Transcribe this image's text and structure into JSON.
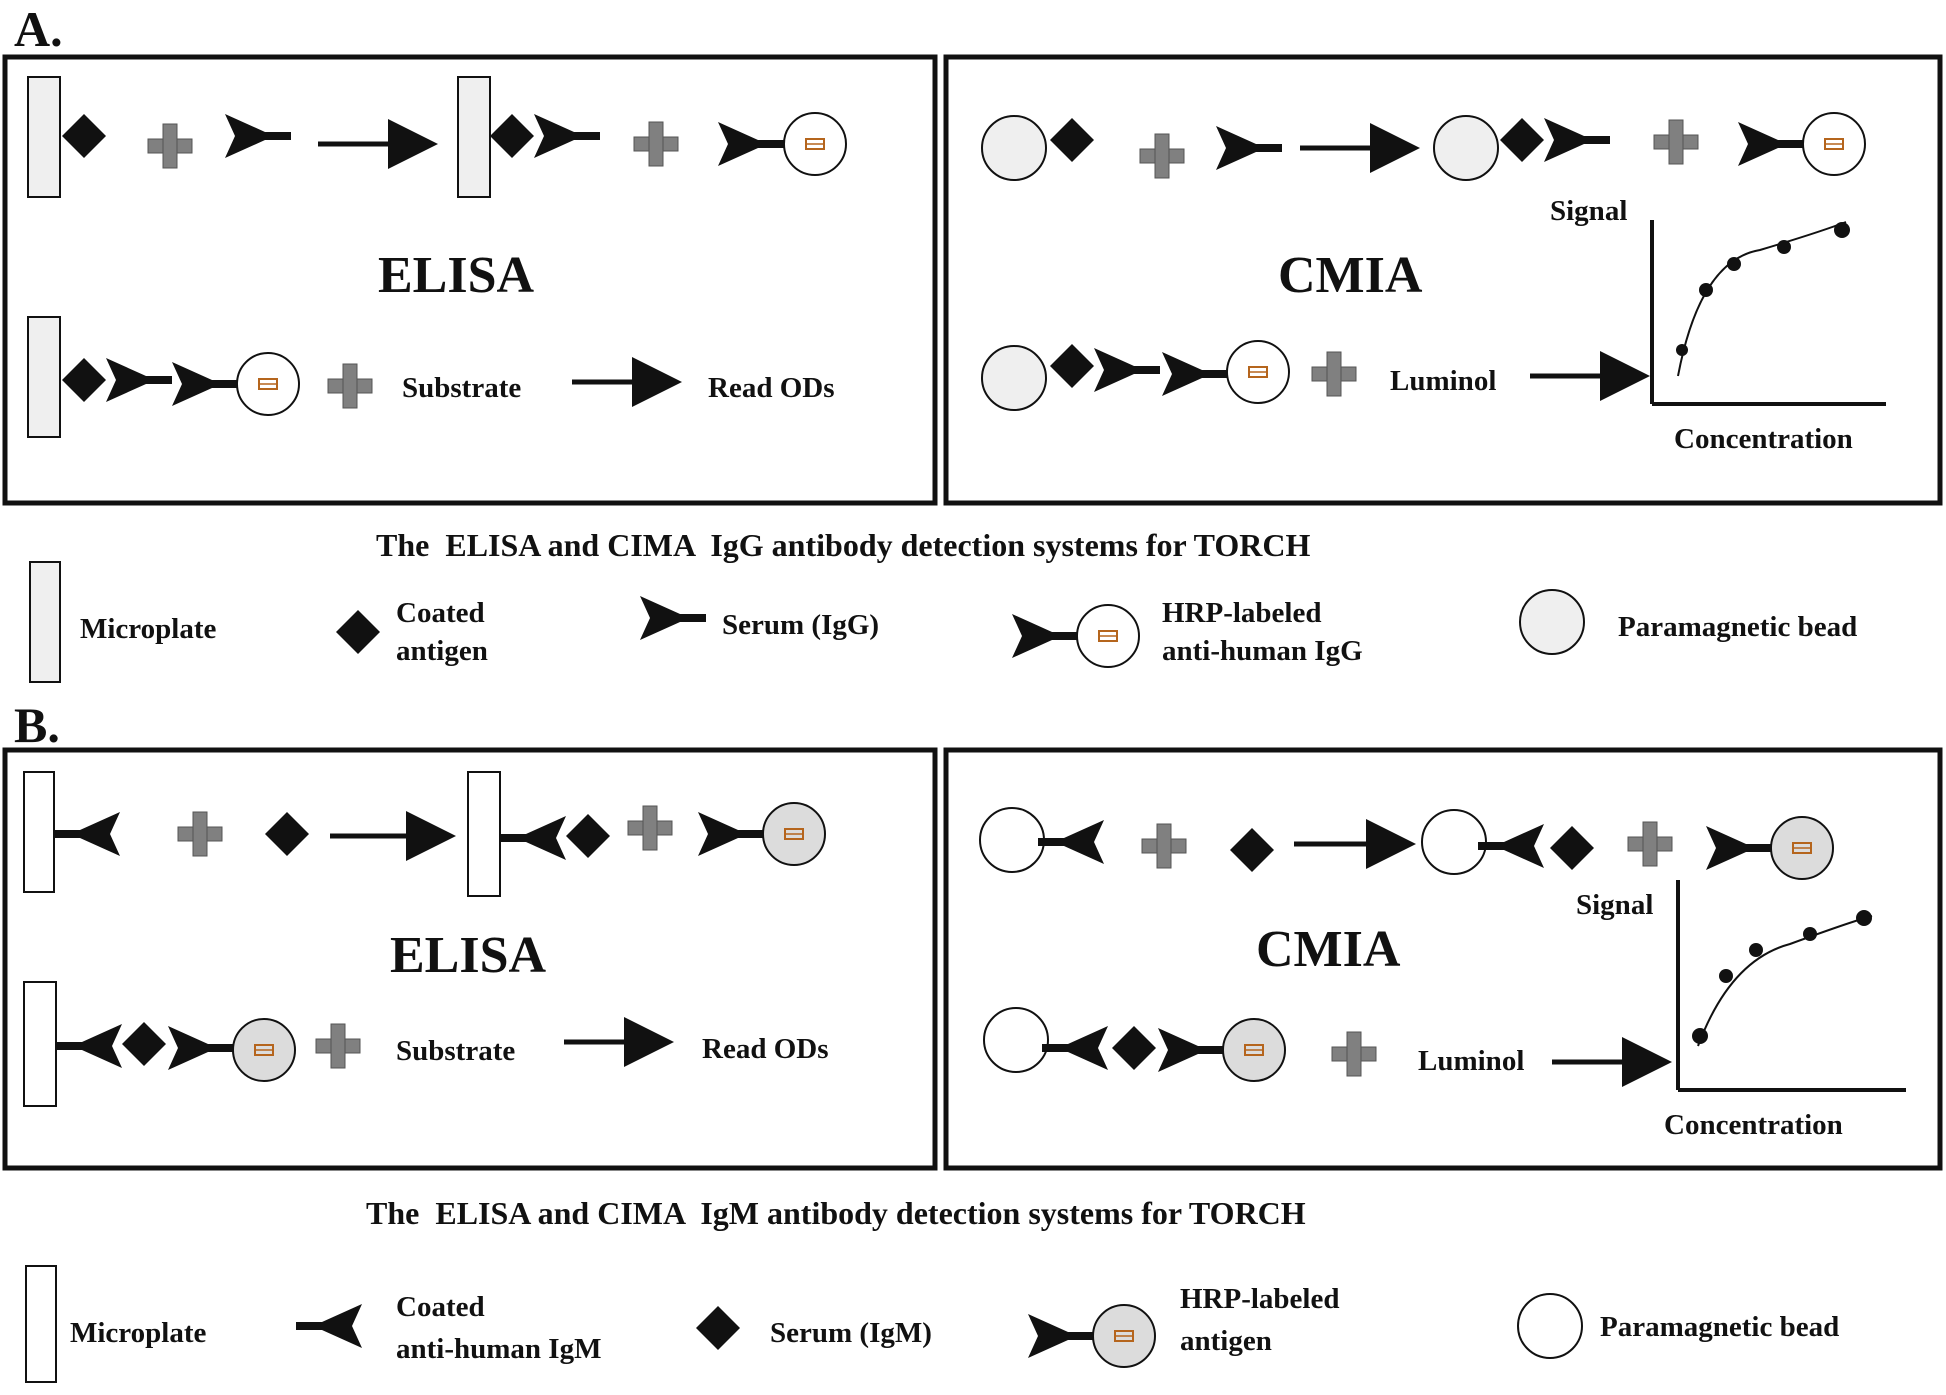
{
  "partA": {
    "label": "A.",
    "elisa": {
      "title": "ELISA",
      "substrate": "Substrate",
      "read": "Read ODs"
    },
    "cmia": {
      "title": "CMIA",
      "luminol": "Luminol",
      "signal": "Signal",
      "concentration": "Concentration"
    },
    "caption": "The  ELISA and CIMA  IgG antibody detection systems for TORCH",
    "legend": {
      "microplate": "Microplate",
      "coated_line1": "Coated",
      "coated_line2": "antigen",
      "serum": "Serum (IgG)",
      "hrp_line1": "HRP-labeled",
      "hrp_line2": "anti-human IgG",
      "bead": "Paramagnetic bead"
    }
  },
  "partB": {
    "label": "B.",
    "elisa": {
      "title": "ELISA",
      "substrate": "Substrate",
      "read": "Read ODs"
    },
    "cmia": {
      "title": "CMIA",
      "luminol": "Luminol",
      "signal": "Signal",
      "concentration": "Concentration"
    },
    "caption": "The  ELISA and CIMA  IgM antibody detection systems for TORCH",
    "legend": {
      "microplate": "Microplate",
      "coated_line1": "Coated",
      "coated_line2": "anti-human IgM",
      "serum": "Serum (IgM)",
      "hrp_line1": "HRP-labeled",
      "hrp_line2": "antigen",
      "bead": "Paramagnetic bead"
    }
  },
  "colors": {
    "plus": "#808080",
    "bead_grey": "#efefef",
    "enzyme_fill": "#f3f3f3",
    "ink": "#111111"
  }
}
